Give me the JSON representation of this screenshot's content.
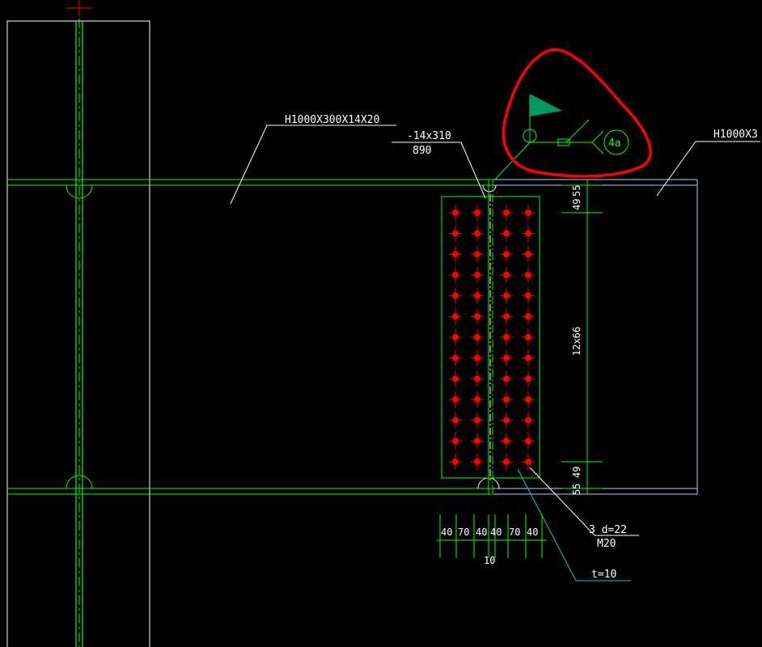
{
  "colors": {
    "background": "#000000",
    "outline": "#ffffff",
    "member": "#00ff00",
    "dimension": "#00ff00",
    "bolt": "#ff0000",
    "beam_right": "#aad4ff",
    "leader": "#ffffff",
    "leader_cyan": "#00cccc",
    "weld_flag": "#009966",
    "markup": "#ff0000"
  },
  "labels": {
    "beam_left": "H1000X300X14X20",
    "beam_right": "H1000X3",
    "plate_size": "-14x310",
    "plate_length": "890",
    "bolt_spec_top": "3 d=22",
    "bolt_spec_bottom": "M20",
    "plate_thickness": "t=10",
    "weld_symbol_text": "4a"
  },
  "dimensions": {
    "top_edge": [
      "49",
      "55"
    ],
    "bolt_pitch": "12x66",
    "bottom_edge": [
      "55",
      "49"
    ],
    "gauges": [
      "40",
      "70",
      "40",
      "40",
      "70",
      "40"
    ],
    "gap": "10"
  },
  "bolts": {
    "columns": 4,
    "rows": 13
  }
}
